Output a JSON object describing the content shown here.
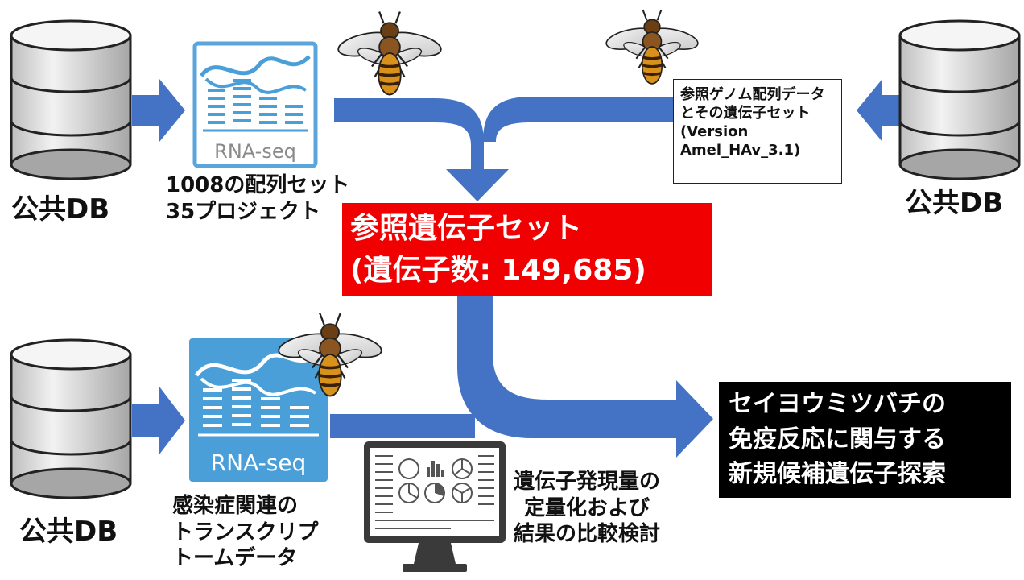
{
  "databases": {
    "top_left_label": "公共DB",
    "top_right_label": "公共DB",
    "bottom_left_label": "公共DB"
  },
  "rna_seq": {
    "top_icon_text": "RNA-seq",
    "bottom_icon_text": "RNA-seq"
  },
  "sequence_set": {
    "line1": "1008の配列セット",
    "line2": "35プロジェクト"
  },
  "reference_genome": {
    "line1": "参照ゲノム配列データ",
    "line2": "とその遺伝子セット",
    "line3": "(Version",
    "line4": "Amel_HAv_3.1)"
  },
  "reference_gene_set": {
    "line1": "参照遺伝子セット",
    "line2": "(遺伝子数: 149,685)"
  },
  "infection_data": {
    "line1": "感染症関連の",
    "line2": "トランスクリプ",
    "line3": "トームデータ"
  },
  "expression_analysis": {
    "line1": "遺伝子発現量の",
    "line2": "定量化および",
    "line3": "結果の比較検討"
  },
  "result": {
    "line1": "セイヨウミツバチの",
    "line2": "免疫反応に関与する",
    "line3": "新規候補遺伝子探索"
  },
  "colors": {
    "arrow": "#4472c4",
    "rna_icon": "#4a9fd8",
    "reference_box": "#f00000",
    "result_box": "#000000",
    "db_body": "#d9d9d9"
  }
}
